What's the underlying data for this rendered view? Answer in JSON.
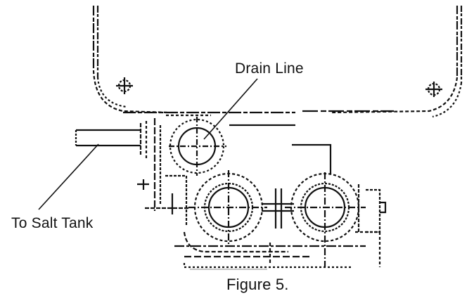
{
  "labels": {
    "drain_line": "Drain Line",
    "to_salt_tank": "To Salt Tank",
    "caption": "Figure 5."
  },
  "colors": {
    "line": "#111111",
    "background": "#ffffff"
  }
}
